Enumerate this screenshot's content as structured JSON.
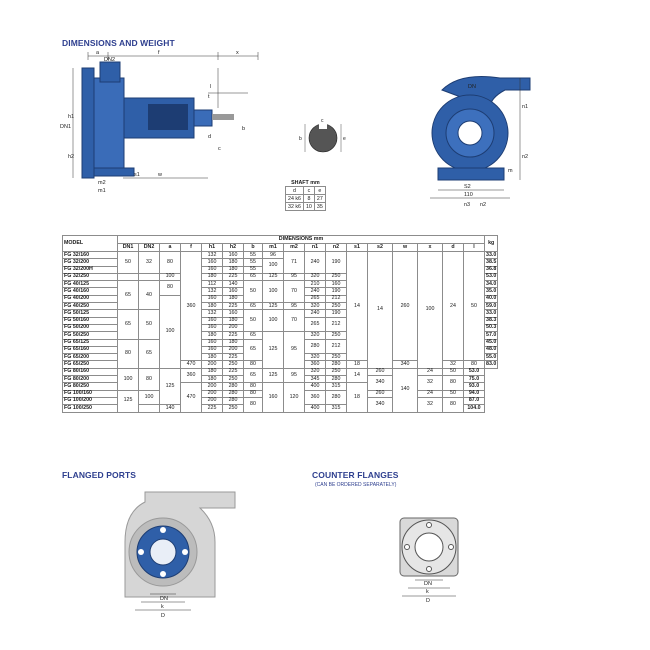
{
  "sections": {
    "dimensions_title": "DIMENSIONS AND WEIGHT",
    "flanged_title": "FLANGED PORTS",
    "counter_title": "COUNTER FLANGES",
    "counter_sub": "(CAN BE ORDERED SEPARATELY)"
  },
  "drawing_labels": {
    "side": [
      "a",
      "f",
      "x",
      "DN2",
      "DN1",
      "h1",
      "h2",
      "s1",
      "m2",
      "m1",
      "w",
      "t",
      "l",
      "d",
      "b",
      "c"
    ],
    "shaft_detail": [
      "b",
      "c",
      "e"
    ],
    "front": [
      "n1",
      "n2",
      "m",
      "DN",
      "S2",
      "n3",
      "110",
      "n2"
    ]
  },
  "shaft": {
    "title": "SHAFT mm",
    "headers": [
      "d",
      "c",
      "e"
    ],
    "rows": [
      [
        "24 k6",
        "8",
        "27"
      ],
      [
        "32 k6",
        "10",
        "35"
      ]
    ]
  },
  "table": {
    "header_model": "MODEL",
    "header_dimensions": "DIMENSIONS mm",
    "header_kg": "kg",
    "columns": [
      "DN1",
      "DN2",
      "a",
      "f",
      "h1",
      "h2",
      "b",
      "m1",
      "m2",
      "n1",
      "n2",
      "s1",
      "s2",
      "w",
      "x",
      "d",
      "l"
    ],
    "models": [
      "FG 32/160",
      "FG 32/200",
      "FG 32/200H",
      "FG 32/250",
      "FG 40/125",
      "FG 40/160",
      "FG 40/200",
      "FG 40/250",
      "FG 50/125",
      "FG 50/160",
      "FG 50/200",
      "FG 50/250",
      "FG 65/125",
      "FG 65/160",
      "FG 65/200",
      "FG 65/250",
      "FG 80/160",
      "FG 80/200",
      "FG 80/250",
      "FG 100/160",
      "FG 100/200",
      "FG 100/250"
    ],
    "h1": [
      "132",
      "160",
      "160",
      "180",
      "112",
      "132",
      "160",
      "180",
      "132",
      "160",
      "160",
      "180",
      "160",
      "160",
      "180",
      "200",
      "180",
      "180",
      "200",
      "200",
      "200",
      "225"
    ],
    "h2": [
      "160",
      "180",
      "180",
      "225",
      "140",
      "160",
      "180",
      "225",
      "160",
      "180",
      "200",
      "225",
      "180",
      "200",
      "225",
      "250",
      "225",
      "250",
      "280",
      "280",
      "280",
      "250"
    ],
    "b": [
      "55",
      "55",
      "55",
      "65",
      "50",
      "50",
      "50",
      "65",
      "50",
      "50",
      "50",
      "65",
      "65",
      "65",
      "65",
      "80",
      "65",
      "65",
      "80",
      "80",
      "80",
      "80"
    ],
    "n1_col": [
      "",
      "",
      "",
      "320",
      "210",
      "240",
      "265",
      "320",
      "240",
      "",
      "",
      "320",
      "",
      "",
      "320",
      "360",
      "320",
      "345",
      "400",
      "360",
      "400",
      ""
    ],
    "n2_col": [
      "",
      "",
      "",
      "250",
      "160",
      "190",
      "212",
      "250",
      "190",
      "",
      "",
      "250",
      "",
      "",
      "250",
      "280",
      "250",
      "280",
      "315",
      "280",
      "315",
      ""
    ],
    "kg": [
      "33.0",
      "38.5",
      "36.8",
      "53.0",
      "34.0",
      "35.0",
      "40.0",
      "59.0",
      "33.0",
      "38.3",
      "50.3",
      "57.0",
      "45.0",
      "48.0",
      "55.0",
      "83.0",
      "53.0",
      "75.0",
      "93.0",
      "94.0",
      "87.0",
      "104.0"
    ],
    "merged": {
      "dn1": [
        "50",
        "65",
        "65",
        "80",
        "100",
        "125"
      ],
      "dn2": [
        "32",
        "40",
        "50",
        "65",
        "80",
        "100"
      ],
      "a": [
        "80",
        "100",
        "80",
        "100",
        "125",
        "140"
      ],
      "f": [
        "360",
        "470",
        "360",
        "470"
      ],
      "m1": [
        "96",
        "100",
        "125",
        "100",
        "125",
        "160"
      ],
      "m2": [
        "71",
        "95",
        "70",
        "95",
        "120"
      ],
      "n1": [
        "240",
        "265",
        "280",
        "360"
      ],
      "n2": [
        "190",
        "212",
        "212",
        "280"
      ],
      "s1": [
        "14",
        "18",
        "14",
        "18"
      ],
      "s2": [
        "14"
      ],
      "w": [
        "260",
        "340",
        "260",
        "340",
        "260",
        "340"
      ],
      "x": [
        "100",
        "140"
      ],
      "d": [
        "24",
        "32",
        "24",
        "32",
        "24",
        "32"
      ],
      "l": [
        "50",
        "80",
        "50",
        "80",
        "50",
        "80"
      ]
    }
  },
  "flange_labels": [
    "DN",
    "k",
    "D"
  ],
  "counter_labels": [
    "DN",
    "k",
    "D"
  ],
  "colors": {
    "heading": "#2e3f8f",
    "pump_blue": "#2f5fa8",
    "pump_dark": "#1d3d73",
    "grey": "#bdbdbd"
  }
}
